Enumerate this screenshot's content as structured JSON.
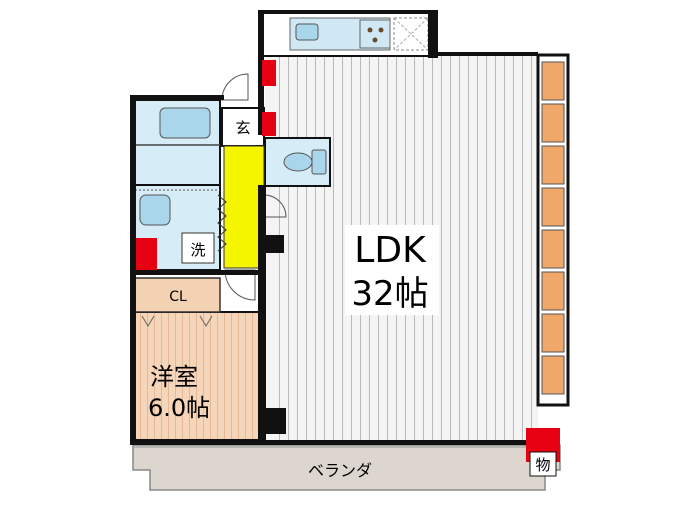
{
  "rooms": {
    "ldk": {
      "name": "LDK",
      "size": "32帖"
    },
    "western": {
      "name": "洋室",
      "size": "6.0帖"
    },
    "closet": {
      "name": "CL"
    },
    "entrance": {
      "name": "玄"
    },
    "laundry": {
      "name": "洗"
    },
    "storage": {
      "name": "物"
    },
    "balcony": {
      "name": "ベランダ"
    }
  },
  "colors": {
    "wall": "#111111",
    "column": "#e60012",
    "flooring_wood": "#f3d2b4",
    "flooring_ldk": "#ececec",
    "wet_area": "#cfe8f4",
    "entrance_hall": "#f5f500",
    "storage_orange": "#f0a86a",
    "balcony": "#d9d3cc"
  }
}
